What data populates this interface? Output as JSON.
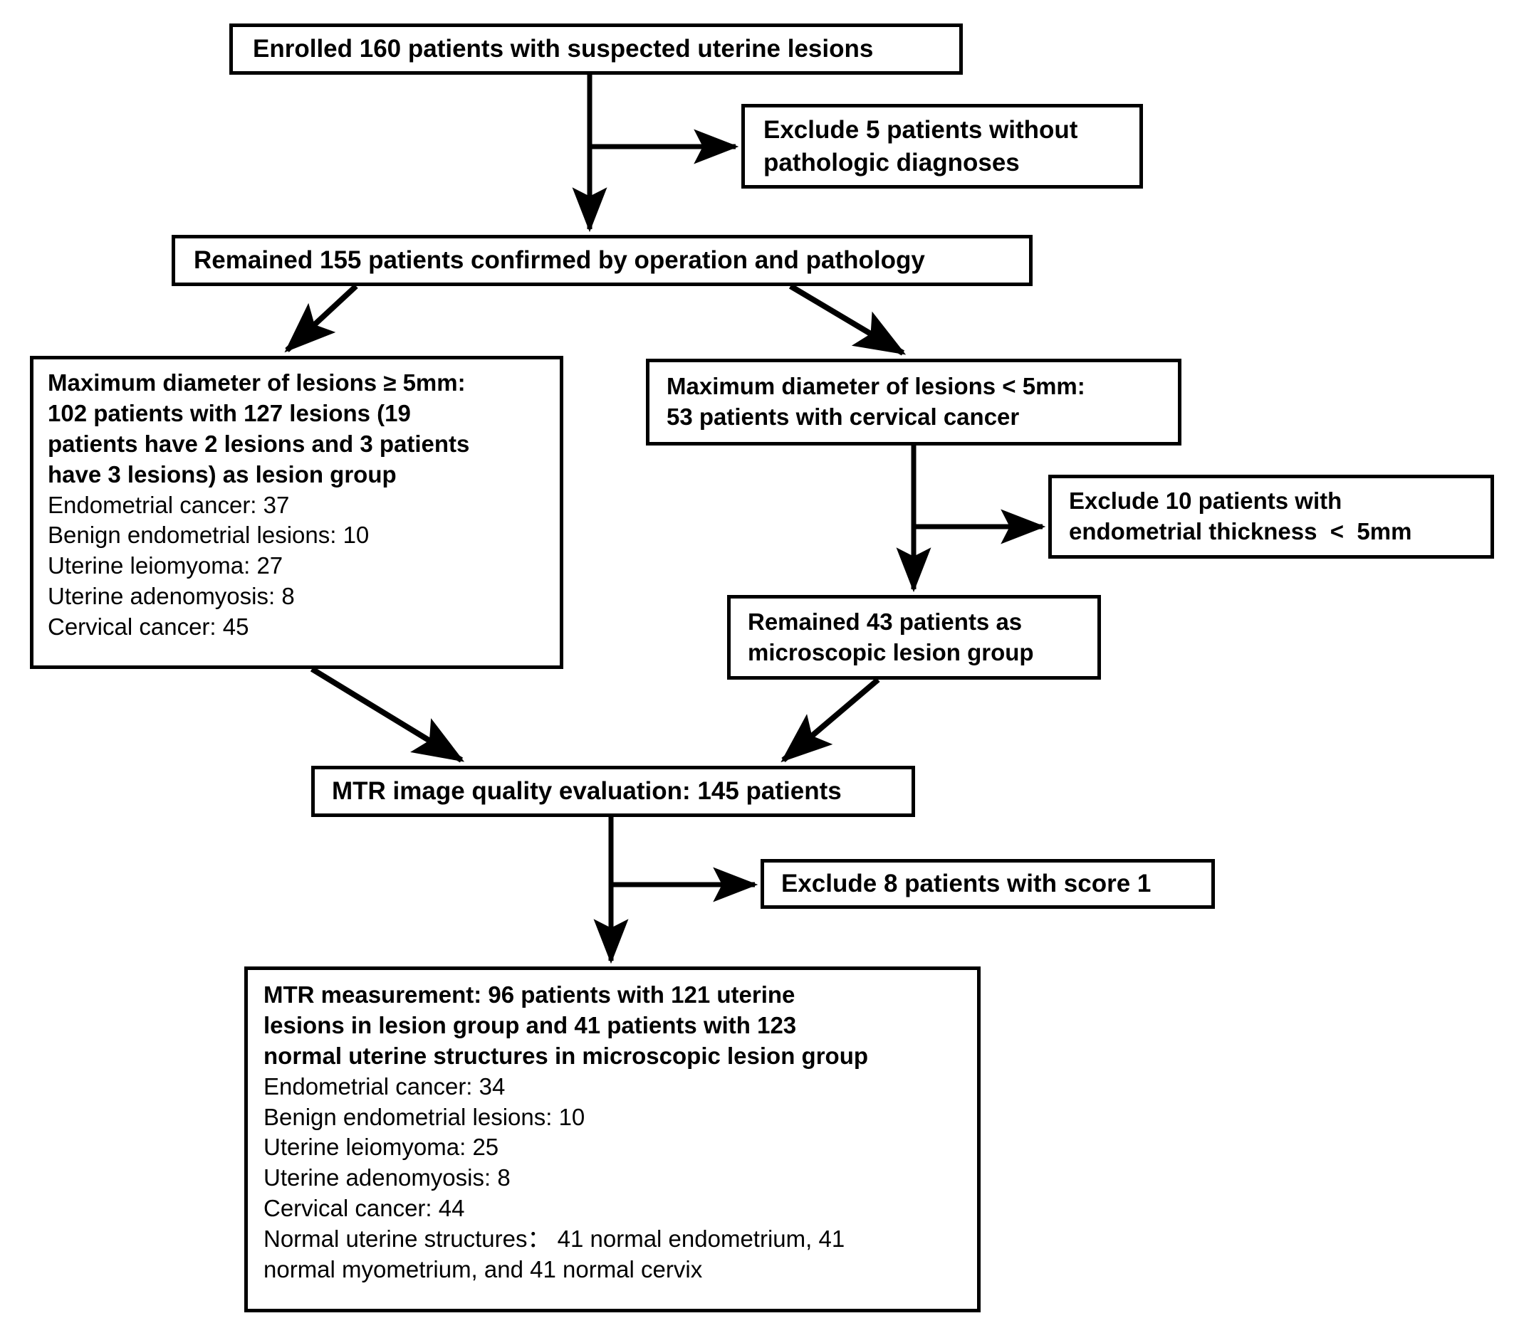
{
  "diagram": {
    "type": "flowchart",
    "title": "Patient enrollment and MTR measurement flow",
    "colors": {
      "background": "#ffffff",
      "stroke": "#000000",
      "text": "#000000"
    },
    "nodes": {
      "enrolled": {
        "lines": [
          "Enrolled 160 patients with suspected uterine lesions"
        ]
      },
      "exclude5": {
        "lines": [
          "Exclude 5 patients without",
          "pathologic diagnoses"
        ]
      },
      "remained155": {
        "lines": [
          "Remained 155 patients confirmed by operation and pathology"
        ]
      },
      "lesionGroup": {
        "header": [
          "Maximum diameter of lesions ≥ 5mm:",
          "102 patients with 127 lesions (19",
          "patients have 2 lesions and 3 patients",
          "have 3 lesions) as lesion group"
        ],
        "items": [
          "Endometrial cancer: 37",
          "Benign endometrial lesions: 10",
          "Uterine leiomyoma: 27",
          "Uterine adenomyosis: 8",
          "Cervical cancer: 45"
        ]
      },
      "microBranch": {
        "lines": [
          "Maximum diameter of lesions < 5mm:",
          "53 patients with cervical cancer"
        ]
      },
      "exclude10": {
        "lines": [
          "Exclude 10 patients with",
          "endometrial thickness  <  5mm"
        ]
      },
      "remained43": {
        "lines": [
          "Remained 43 patients as",
          "microscopic lesion group"
        ]
      },
      "mtrQuality": {
        "lines": [
          "MTR image quality evaluation: 145 patients"
        ]
      },
      "excludeScore": {
        "lines": [
          "Exclude 8 patients with score 1"
        ]
      },
      "mtrMeasure": {
        "header": [
          "MTR measurement: 96 patients with 121 uterine",
          "lesions in lesion group and 41 patients with 123",
          "normal uterine structures in microscopic lesion group"
        ],
        "items": [
          "Endometrial cancer: 34",
          "Benign endometrial lesions: 10",
          "Uterine leiomyoma: 25",
          "Uterine adenomyosis: 8",
          "Cervical cancer: 44",
          "Normal uterine structures： 41 normal endometrium, 41",
          "normal myometrium, and 41 normal cervix"
        ]
      }
    }
  }
}
